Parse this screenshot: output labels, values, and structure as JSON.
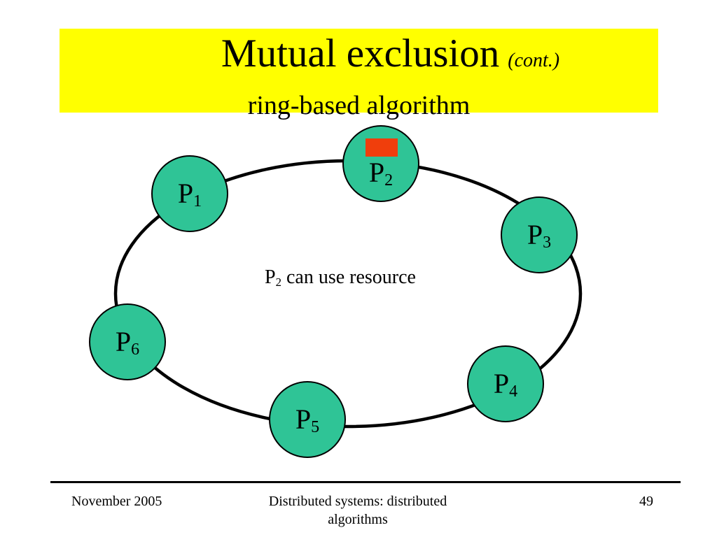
{
  "slide": {
    "title": {
      "main": "Mutual exclusion",
      "cont": "(cont.)",
      "subtitle": "ring-based algorithm"
    },
    "diagram": {
      "nodes": [
        {
          "base": "P",
          "sub": "1"
        },
        {
          "base": "P",
          "sub": "2"
        },
        {
          "base": "P",
          "sub": "3"
        },
        {
          "base": "P",
          "sub": "4"
        },
        {
          "base": "P",
          "sub": "5"
        },
        {
          "base": "P",
          "sub": "6"
        }
      ],
      "annotation": {
        "base": "P",
        "sub": "2",
        "rest": " can use resource"
      }
    },
    "footer": {
      "date": "November 2005",
      "caption_line1": "Distributed systems: distributed",
      "caption_line2": "algorithms",
      "page": "49"
    }
  },
  "colors": {
    "banner_yellow": "#ffff00",
    "node_green": "#2fc496",
    "token_red": "#f03e0c",
    "ink": "#000000"
  }
}
